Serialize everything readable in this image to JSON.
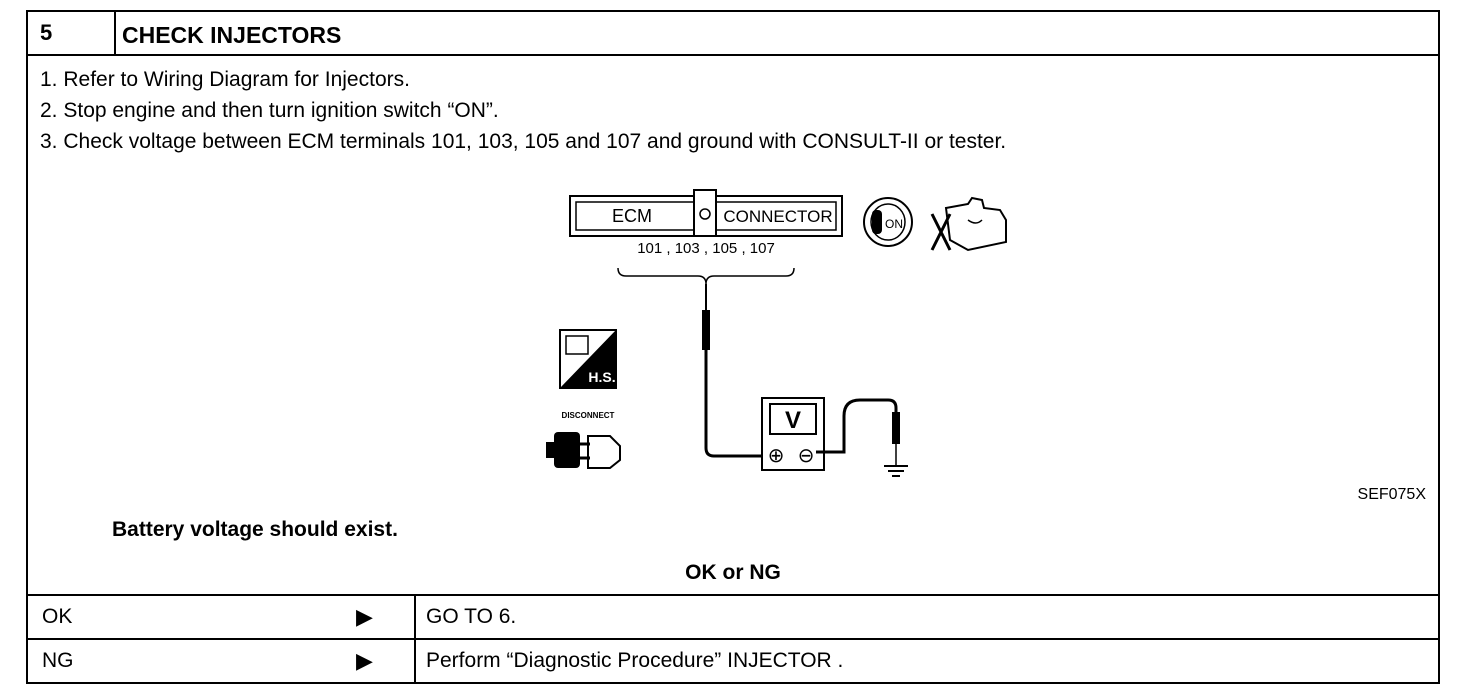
{
  "header": {
    "number": "5",
    "title": "CHECK INJECTORS"
  },
  "steps": [
    "1. Refer to Wiring Diagram for Injectors.",
    "2. Stop engine and then turn ignition switch “ON”.",
    "3. Check voltage between ECM terminals 101, 103, 105 and 107 and ground with CONSULT-II or tester."
  ],
  "diagram": {
    "connector_left": "ECM",
    "connector_right": "CONNECTOR",
    "terminals": "101 , 103 , 105 , 107",
    "key_label": "ON",
    "hs_label": "H.S.",
    "disconnect_label": "DISCONNECT",
    "meter_label": "V",
    "plus": "⊕",
    "minus": "⊖",
    "code": "SEF075X"
  },
  "expectation": "Battery voltage should exist.",
  "result_label": "OK or NG",
  "results": [
    {
      "label": "OK",
      "arrow": "▶",
      "action": "GO TO 6."
    },
    {
      "label": "NG",
      "arrow": "▶",
      "action": "Perform “Diagnostic Procedure” INJECTOR ."
    }
  ]
}
